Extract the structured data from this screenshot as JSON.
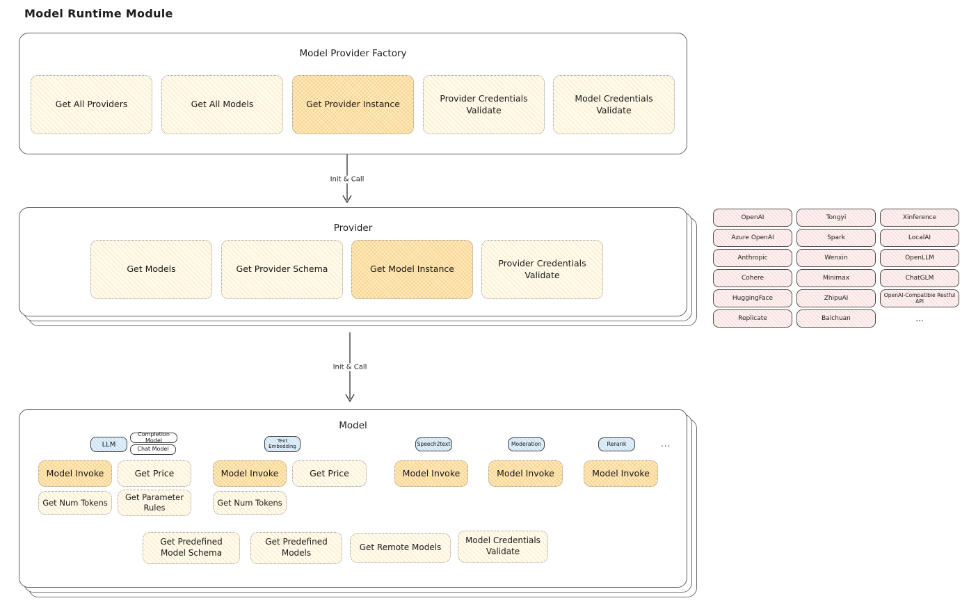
{
  "title": "Model Runtime Module",
  "arrows": [
    {
      "label": "Init & Call"
    },
    {
      "label": "Init & Call"
    }
  ],
  "factory": {
    "title": "Model Provider Factory",
    "boxes": [
      {
        "label": "Get All Providers",
        "highlight": false
      },
      {
        "label": "Get All Models",
        "highlight": false
      },
      {
        "label": "Get Provider Instance",
        "highlight": true
      },
      {
        "label": "Provider Credentials Validate",
        "highlight": false
      },
      {
        "label": "Model Credentials Validate",
        "highlight": false
      }
    ]
  },
  "provider": {
    "title": "Provider",
    "boxes": [
      {
        "label": "Get Models",
        "highlight": false
      },
      {
        "label": "Get Provider Schema",
        "highlight": false
      },
      {
        "label": "Get Model Instance",
        "highlight": true
      },
      {
        "label": "Provider Credentials Validate",
        "highlight": false
      }
    ]
  },
  "providers_grid": {
    "rows": [
      [
        "OpenAI",
        "Tongyi",
        "Xinference"
      ],
      [
        "Azure OpenAI",
        "Spark",
        "LocalAI"
      ],
      [
        "Anthropic",
        "Wenxin",
        "OpenLLM"
      ],
      [
        "Cohere",
        "Minimax",
        "ChatGLM"
      ],
      [
        "HuggingFace",
        "ZhipuAI",
        "OpenAI-Compatible Restful API"
      ],
      [
        "Replicate",
        "Baichuan",
        "..."
      ]
    ]
  },
  "model": {
    "title": "Model",
    "ellipsis": "...",
    "tags": {
      "llm": "LLM",
      "completion": "Completion Model",
      "chat": "Chat Model",
      "text_embedding": "Text Embedding",
      "speech2text": "Speech2text",
      "moderation": "Moderation",
      "rerank": "Rerank"
    },
    "ops": {
      "model_invoke": "Model Invoke",
      "get_price": "Get Price",
      "get_num_tokens": "Get Num Tokens",
      "get_parameter_rules": "Get Parameter Rules"
    },
    "bottom": [
      "Get Predefined Model Schema",
      "Get Predefined Models",
      "Get Remote Models",
      "Model Credentials Validate"
    ]
  },
  "colors": {
    "highlight_fill": "#fbdf9d",
    "plain_fill": "#fffaec",
    "provider_fill": "#fdf0f0",
    "tag_fill": "#e0effa",
    "stroke": "#5a5a5a"
  }
}
